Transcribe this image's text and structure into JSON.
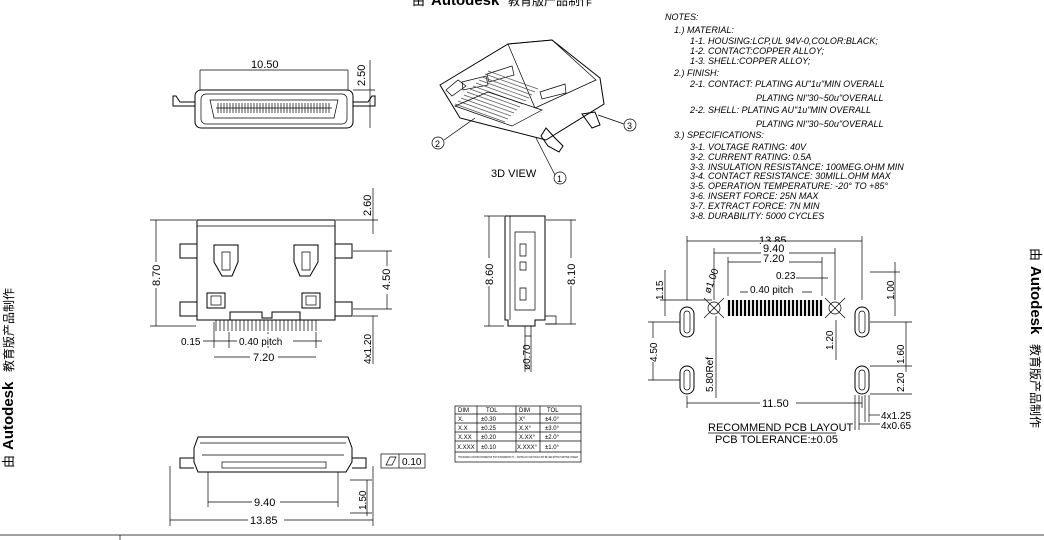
{
  "watermark": {
    "prefix": "由",
    "brand": "Autodesk",
    "suffix": "教育版产品制作"
  },
  "top_view": {
    "width": "10.50",
    "height": "2.50"
  },
  "iso_view": {
    "caption": "3D VIEW",
    "callouts": [
      "1",
      "2",
      "3"
    ]
  },
  "front_view": {
    "dim_width": "8.70",
    "dim_top": "2.60",
    "dim_pin_span": "4.50",
    "dim_pin": "4x1.20",
    "dim_pitch": "0.40 pitch",
    "dim_edge": "0.15",
    "dim_span": "7.20"
  },
  "side_view": {
    "dim_left": "8.60",
    "dim_right": "8.10",
    "dim_pin": "ø0.70"
  },
  "bottom_view": {
    "dim_inner": "9.40",
    "dim_outer": "13.85",
    "dim_height": "1.50",
    "flatness": "0.10"
  },
  "tolerance_table": {
    "headers": [
      "DIM",
      "TOL",
      "DIM",
      "TOL"
    ],
    "rows": [
      [
        "X.",
        "±0.30",
        "X°",
        "±4.0°"
      ],
      [
        "X.X",
        "±0.25",
        "X.X°",
        "±3.0°"
      ],
      [
        "X.XX",
        "±0.20",
        "X.XX°",
        "±2.0°"
      ],
      [
        "X.XXX",
        "±0.10",
        "X.XXX°",
        "±1.0°"
      ]
    ],
    "footnote": "THIS DRAWING CONTAINS INFORMATION THAT IS PROPRIETARY TO ... TECHNOLOGY AND SHOULD NOT BE USED WITHOUT WRITTEN CONSENT"
  },
  "notes": {
    "heading": "NOTES:",
    "lines": [
      "1.) MATERIAL:",
      "1-1. HOUSING:LCP,UL 94V-0,COLOR:BLACK;",
      "1-2. CONTACT:COPPER ALLOY;",
      "1-3. SHELL:COPPER ALLOY;",
      "2.) FINISH:",
      "2-1. CONTACT: PLATING AU\"1u\"MIN OVERALL",
      "PLATING NI\"30~50u\"OVERALL",
      "2-2. SHELL: PLATING AU\"1u\"MIN OVERALL",
      "PLATING NI\"30~50u\"OVERALL",
      "3.) SPECIFICATIONS:",
      "3-1. VOLTAGE RATING: 40V",
      "3-2. CURRENT RATING: 0.5A",
      "3-3. INSULATION RESISTANCE: 100MEG.OHM MIN",
      "3-4. CONTACT RESISTANCE: 30MILL.OHM MAX",
      "3-5. OPERATION TEMPERATURE: -20° TO +85°",
      "3-6. INSERT FORCE: 25N MAX",
      "3-7. EXTRACT FORCE: 7N MIN",
      "3-8. DURABILITY: 5000 CYCLES"
    ]
  },
  "pcb_layout": {
    "dim_total": "13.85",
    "dim_940": "9.40",
    "dim_720": "7.20",
    "dim_023": "0.23",
    "dim_pitch": "0.40 pitch",
    "dim_hole": "ø1.00",
    "dim_115": "1.15",
    "dim_100": "1.00",
    "dim_120": "1.20",
    "dim_450": "4.50",
    "dim_580": "5.80Ref",
    "dim_160": "1.60",
    "dim_220": "2.20",
    "dim_1150": "11.50",
    "dim_125": "4x1.25",
    "dim_065": "4x0.65",
    "title": "RECOMMEND PCB LAYOUT",
    "tolerance": "PCB TOLERANCE:±0.05"
  }
}
